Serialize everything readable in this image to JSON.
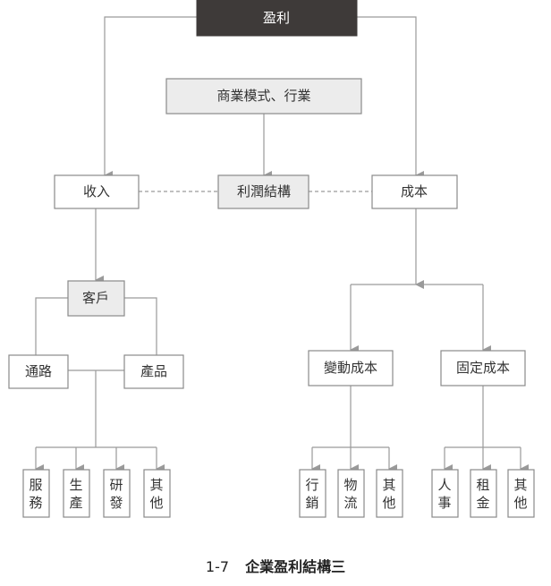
{
  "diagram": {
    "top": {
      "label": "盈利"
    },
    "model": {
      "label": "商業模式、行業"
    },
    "revenue": {
      "label": "收入"
    },
    "structure": {
      "label": "利潤結構"
    },
    "cost": {
      "label": "成本"
    },
    "customer": {
      "label": "客戶"
    },
    "channel": {
      "label": "通路"
    },
    "product": {
      "label": "產品"
    },
    "product_items": [
      "服務",
      "生產",
      "研發",
      "其他"
    ],
    "variable_cost": {
      "label": "變動成本"
    },
    "fixed_cost": {
      "label": "固定成本"
    },
    "variable_items": [
      "行銷",
      "物流",
      "其他"
    ],
    "fixed_items": [
      "人事",
      "租金",
      "其他"
    ]
  },
  "caption": {
    "number": "1-7",
    "title": "企業盈利結構三"
  }
}
